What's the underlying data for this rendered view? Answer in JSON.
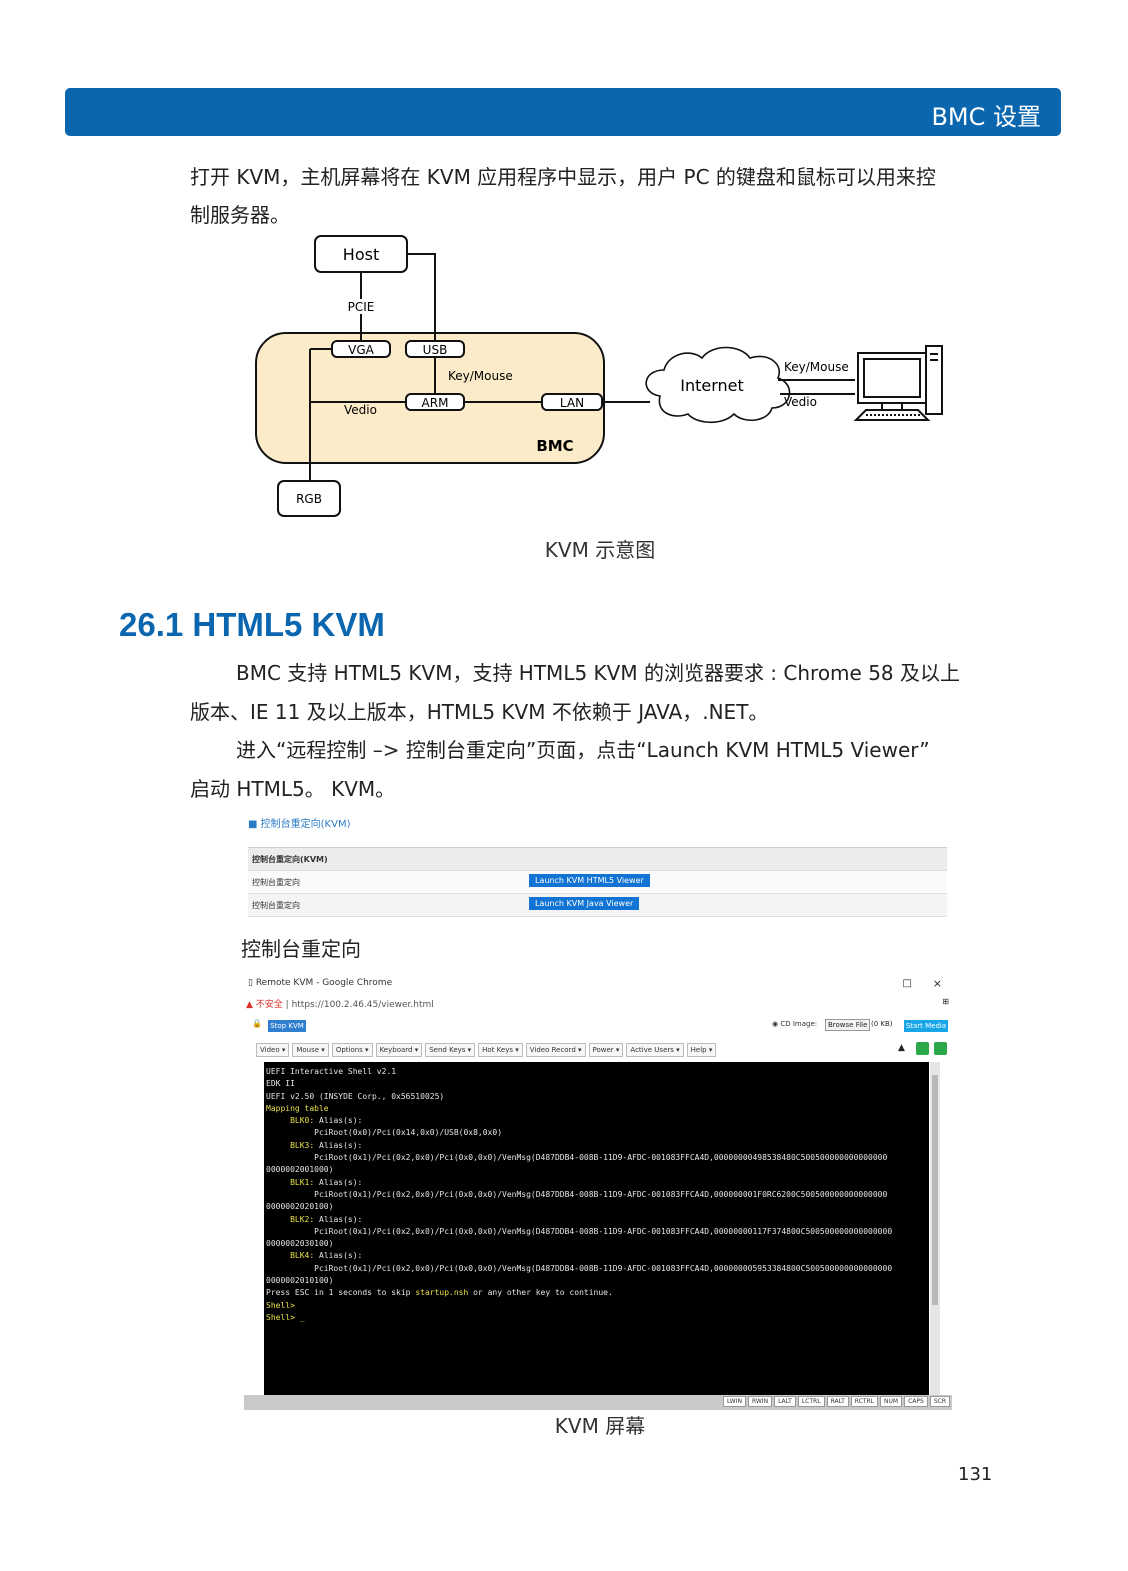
{
  "header": {
    "title": "BMC 设置"
  },
  "intro": {
    "line1": "打开 KVM，主机屏幕将在 KVM 应用程序中显示，用户 PC 的键盘和鼠标可以用来控",
    "line2": "制服务器。"
  },
  "diagram": {
    "host": "Host",
    "pcie": "PCIE",
    "vga": "VGA",
    "usb": "USB",
    "key_mouse_inner": "Key/Mouse",
    "arm": "ARM",
    "lan": "LAN",
    "vedio_inner": "Vedio",
    "bmc": "BMC",
    "rgb": "RGB",
    "internet": "Internet",
    "key_mouse_outer": "Key/Mouse",
    "vedio_outer": "Vedio",
    "caption": "KVM 示意图"
  },
  "section": {
    "heading": "26.1 HTML5 KVM",
    "p1_line1": "BMC 支持 HTML5 KVM，支持 HTML5 KVM 的浏览器要求 : Chrome 58 及以上",
    "p1_line2": "版本、IE 11 及以上版本，HTML5 KVM 不依赖于 JAVA，.NET。",
    "p2_line1": "进入“远程控制 –> 控制台重定向”页面，点击“Launch KVM HTML5 Viewer”",
    "p2_line2": "启动 HTML5。 KVM。"
  },
  "console_redirection": {
    "title": "控制台重定向(KVM)",
    "header_row": "控制台重定向(KVM)",
    "rows": [
      {
        "label": "控制台重定向",
        "button": "Launch KVM HTML5 Viewer"
      },
      {
        "label": "控制台重定向",
        "button": "Launch KVM Java Viewer"
      }
    ],
    "caption": "控制台重定向"
  },
  "kvm_window": {
    "title": "Remote KVM - Google Chrome",
    "window_controls": [
      "□",
      "×"
    ],
    "url_warning": "不安全",
    "url": "https://100.2.46.45/viewer.html",
    "stop_button": "Stop KVM",
    "cd_label": "CD Image:",
    "browse_button": "Browse File",
    "size_label": "(0 KB)",
    "start_media_button": "Start Media",
    "menu": [
      "Video ▾",
      "Mouse ▾",
      "Options ▾",
      "Keyboard ▾",
      "Send Keys ▾",
      "Hot Keys ▾",
      "Video Record ▾",
      "Power ▾",
      "Active Users ▾",
      "Help ▾"
    ],
    "console_lines": [
      {
        "t": "UEFI Interactive Shell v2.1",
        "c": "w"
      },
      {
        "t": "EDK II",
        "c": "w"
      },
      {
        "t": "UEFI v2.50 (INSYDE Corp., 0x56510025)",
        "c": "w"
      },
      {
        "t": "Mapping table",
        "c": "y"
      },
      {
        "t": "     BLK0: Alias(s):",
        "c": "m"
      },
      {
        "t": "          PciRoot(0x0)/Pci(0x14,0x0)/USB(0x8,0x0)",
        "c": "w"
      },
      {
        "t": "     BLK3: Alias(s):",
        "c": "m"
      },
      {
        "t": "          PciRoot(0x1)/Pci(0x2,0x0)/Pci(0x0,0x0)/VenMsg(D487DDB4-008B-11D9-AFDC-001083FFCA4D,00000000498538480C500500000000000000",
        "c": "w"
      },
      {
        "t": "0000002001000)",
        "c": "w"
      },
      {
        "t": "     BLK1: Alias(s):",
        "c": "m"
      },
      {
        "t": "          PciRoot(0x1)/Pci(0x2,0x0)/Pci(0x0,0x0)/VenMsg(D487DDB4-008B-11D9-AFDC-001083FFCA4D,000000001F0RC6200C500500000000000000",
        "c": "w"
      },
      {
        "t": "0000002020100)",
        "c": "w"
      },
      {
        "t": "     BLK2: Alias(s):",
        "c": "m"
      },
      {
        "t": "          PciRoot(0x1)/Pci(0x2,0x0)/Pci(0x0,0x0)/VenMsg(D487DDB4-008B-11D9-AFDC-001083FFCA4D,00000000117F374800C500500000000000000",
        "c": "w"
      },
      {
        "t": "0000002030100)",
        "c": "w"
      },
      {
        "t": "     BLK4: Alias(s):",
        "c": "m"
      },
      {
        "t": "          PciRoot(0x1)/Pci(0x2,0x0)/Pci(0x0,0x0)/VenMsg(D487DDB4-008B-11D9-AFDC-001083FFCA4D,000000005953384800C500500000000000000",
        "c": "w"
      },
      {
        "t": "0000002010100)",
        "c": "w"
      },
      {
        "t": "Press ESC in 1 seconds to skip startup.nsh or any other key to continue.",
        "c": "p"
      },
      {
        "t": "Shell>",
        "c": "y"
      },
      {
        "t": "Shell> _",
        "c": "y"
      }
    ],
    "keys": [
      "LWIN",
      "RWIN",
      "LALT",
      "LCTRL",
      "RALT",
      "RCTRL",
      "NUM",
      "CAPS",
      "SCR"
    ],
    "caption": "KVM 屏幕"
  },
  "page_number": "131"
}
